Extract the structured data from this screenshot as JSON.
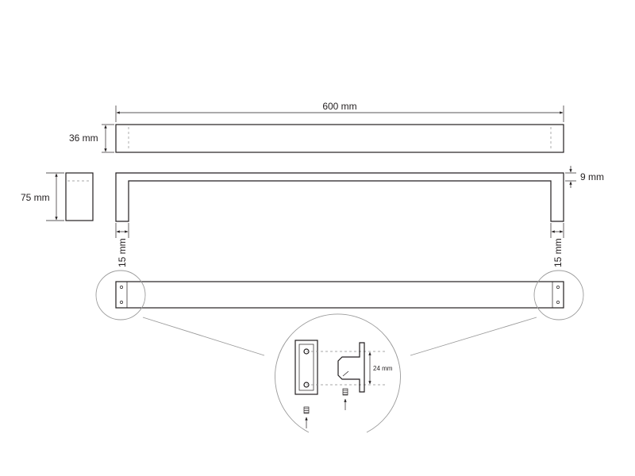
{
  "dimensions": {
    "length": "600 mm",
    "depth": "36 mm",
    "height": "75 mm",
    "thickness": "9 mm",
    "leg_left": "15 mm",
    "leg_right": "15 mm",
    "screw_spacing": "24 mm"
  },
  "colors": {
    "ink": "#231f20",
    "callout": "#9a9a9a",
    "background": "#ffffff"
  }
}
